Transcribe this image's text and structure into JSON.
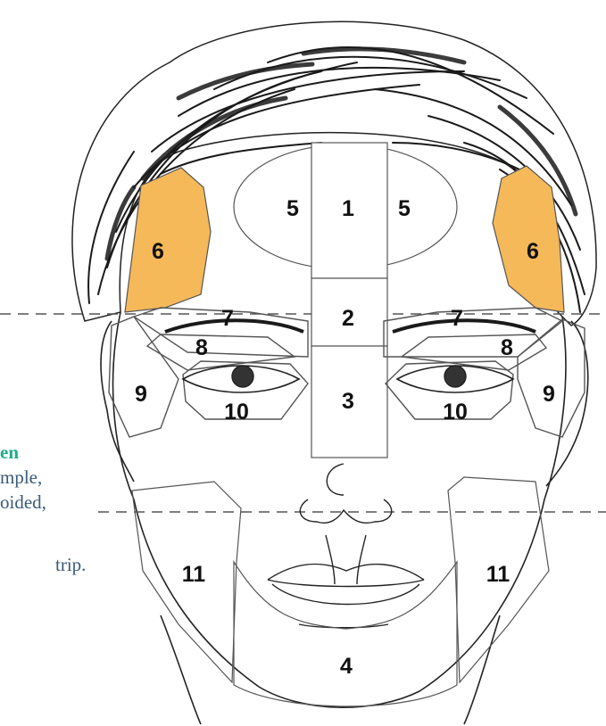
{
  "side_text": {
    "line1": "en",
    "line2": "mple,",
    "line3": "oided,",
    "line4": "trip."
  },
  "zones": [
    {
      "id": "zone-1",
      "label": "1"
    },
    {
      "id": "zone-2",
      "label": "2"
    },
    {
      "id": "zone-3",
      "label": "3"
    },
    {
      "id": "zone-4",
      "label": "4"
    },
    {
      "id": "zone-5-left",
      "label": "5"
    },
    {
      "id": "zone-5-right",
      "label": "5"
    },
    {
      "id": "zone-6-left",
      "label": "6"
    },
    {
      "id": "zone-6-right",
      "label": "6"
    },
    {
      "id": "zone-7-left",
      "label": "7"
    },
    {
      "id": "zone-7-right",
      "label": "7"
    },
    {
      "id": "zone-8-left",
      "label": "8"
    },
    {
      "id": "zone-8-right",
      "label": "8"
    },
    {
      "id": "zone-9-left",
      "label": "9"
    },
    {
      "id": "zone-9-right",
      "label": "9"
    },
    {
      "id": "zone-10-left",
      "label": "10"
    },
    {
      "id": "zone-10-right",
      "label": "10"
    },
    {
      "id": "zone-11-left",
      "label": "11"
    },
    {
      "id": "zone-11-right",
      "label": "11"
    }
  ],
  "colors": {
    "temple_fill": "#f5b95a",
    "line": "#222222",
    "zone_line": "#4a4a4a",
    "hair": "#1a1a1a",
    "side_text": "#3a5a7c",
    "side_heading": "#1fae8a"
  }
}
